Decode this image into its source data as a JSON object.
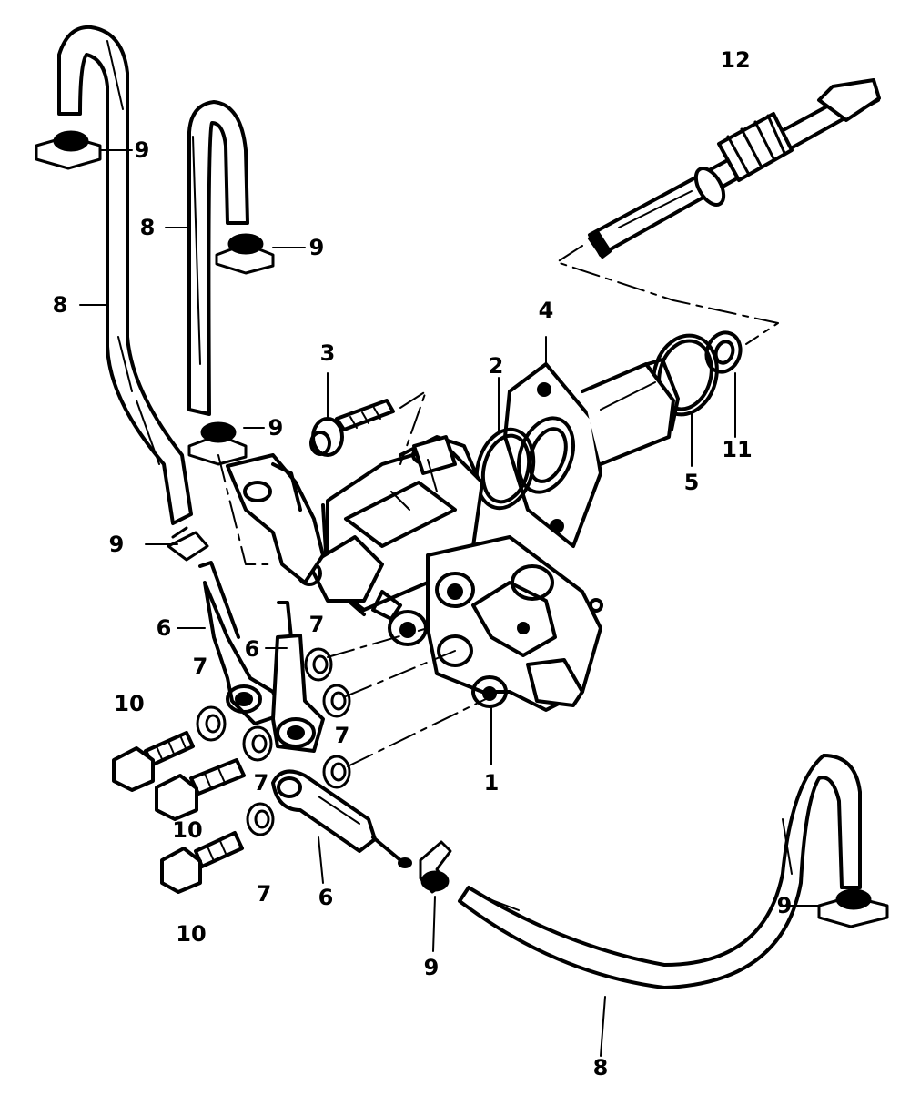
{
  "diagram": {
    "ink_color": "#000000",
    "paper_color": "#ffffff",
    "callouts": [
      {
        "id": "c1",
        "text": "1"
      },
      {
        "id": "c2",
        "text": "2"
      },
      {
        "id": "c3",
        "text": "3"
      },
      {
        "id": "c4",
        "text": "4"
      },
      {
        "id": "c5",
        "text": "5"
      },
      {
        "id": "c6a",
        "text": "6"
      },
      {
        "id": "c6b",
        "text": "6"
      },
      {
        "id": "c6c",
        "text": "6"
      },
      {
        "id": "c7a",
        "text": "7"
      },
      {
        "id": "c7b",
        "text": "7"
      },
      {
        "id": "c7c",
        "text": "7"
      },
      {
        "id": "c7d",
        "text": "7"
      },
      {
        "id": "c7e",
        "text": "7"
      },
      {
        "id": "c8a",
        "text": "8"
      },
      {
        "id": "c8b",
        "text": "8"
      },
      {
        "id": "c8c",
        "text": "8"
      },
      {
        "id": "c9a",
        "text": "9"
      },
      {
        "id": "c9b",
        "text": "9"
      },
      {
        "id": "c9c",
        "text": "9"
      },
      {
        "id": "c9d",
        "text": "9"
      },
      {
        "id": "c9e",
        "text": "9"
      },
      {
        "id": "c9f",
        "text": "9"
      },
      {
        "id": "c10a",
        "text": "10"
      },
      {
        "id": "c10b",
        "text": "10"
      },
      {
        "id": "c10c",
        "text": "10"
      },
      {
        "id": "c11",
        "text": "11"
      },
      {
        "id": "c12",
        "text": "12"
      }
    ]
  }
}
